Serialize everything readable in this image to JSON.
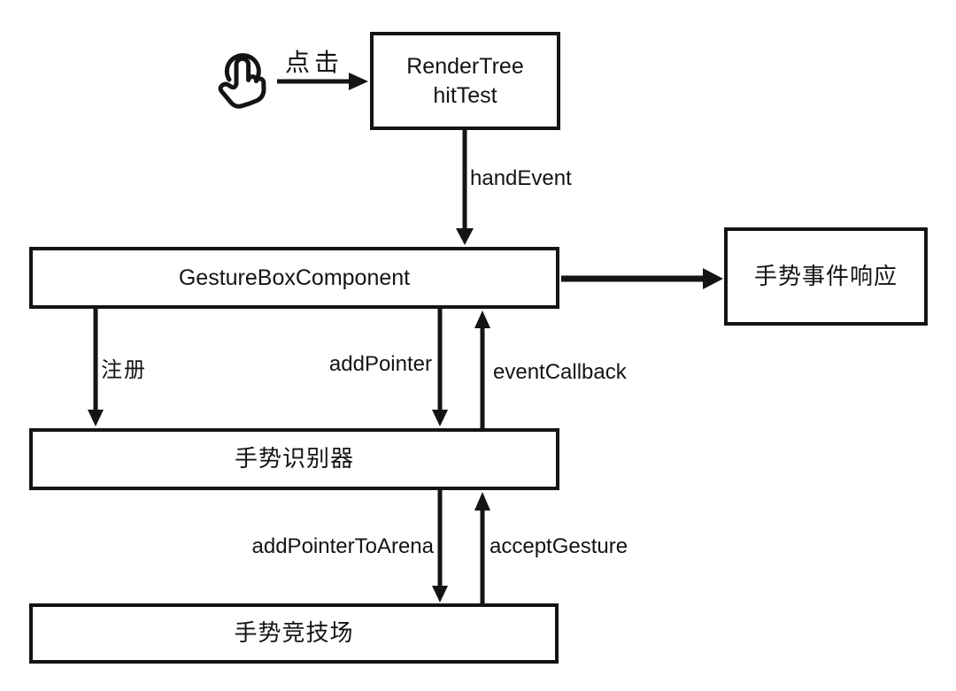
{
  "colors": {
    "background": "#ffffff",
    "stroke": "#141414",
    "text": "#141414",
    "node_fill": "#ffffff"
  },
  "nodes": {
    "hittest": {
      "line1": "RenderTree",
      "line2": "hitTest"
    },
    "gesturebox": {
      "label": "GestureBoxComponent"
    },
    "response": {
      "label": "手势事件响应"
    },
    "recognizer": {
      "label": "手势识别器"
    },
    "arena": {
      "label": "手势竞技场"
    }
  },
  "edge_labels": {
    "tap": "点击",
    "hand_event": "handEvent",
    "register": "注册",
    "add_pointer": "addPointer",
    "event_callback": "eventCallback",
    "add_pointer_to_arena": "addPointerToArena",
    "accept_gesture": "acceptGesture"
  },
  "icons": {
    "tap_hand": "tap-hand-icon"
  }
}
